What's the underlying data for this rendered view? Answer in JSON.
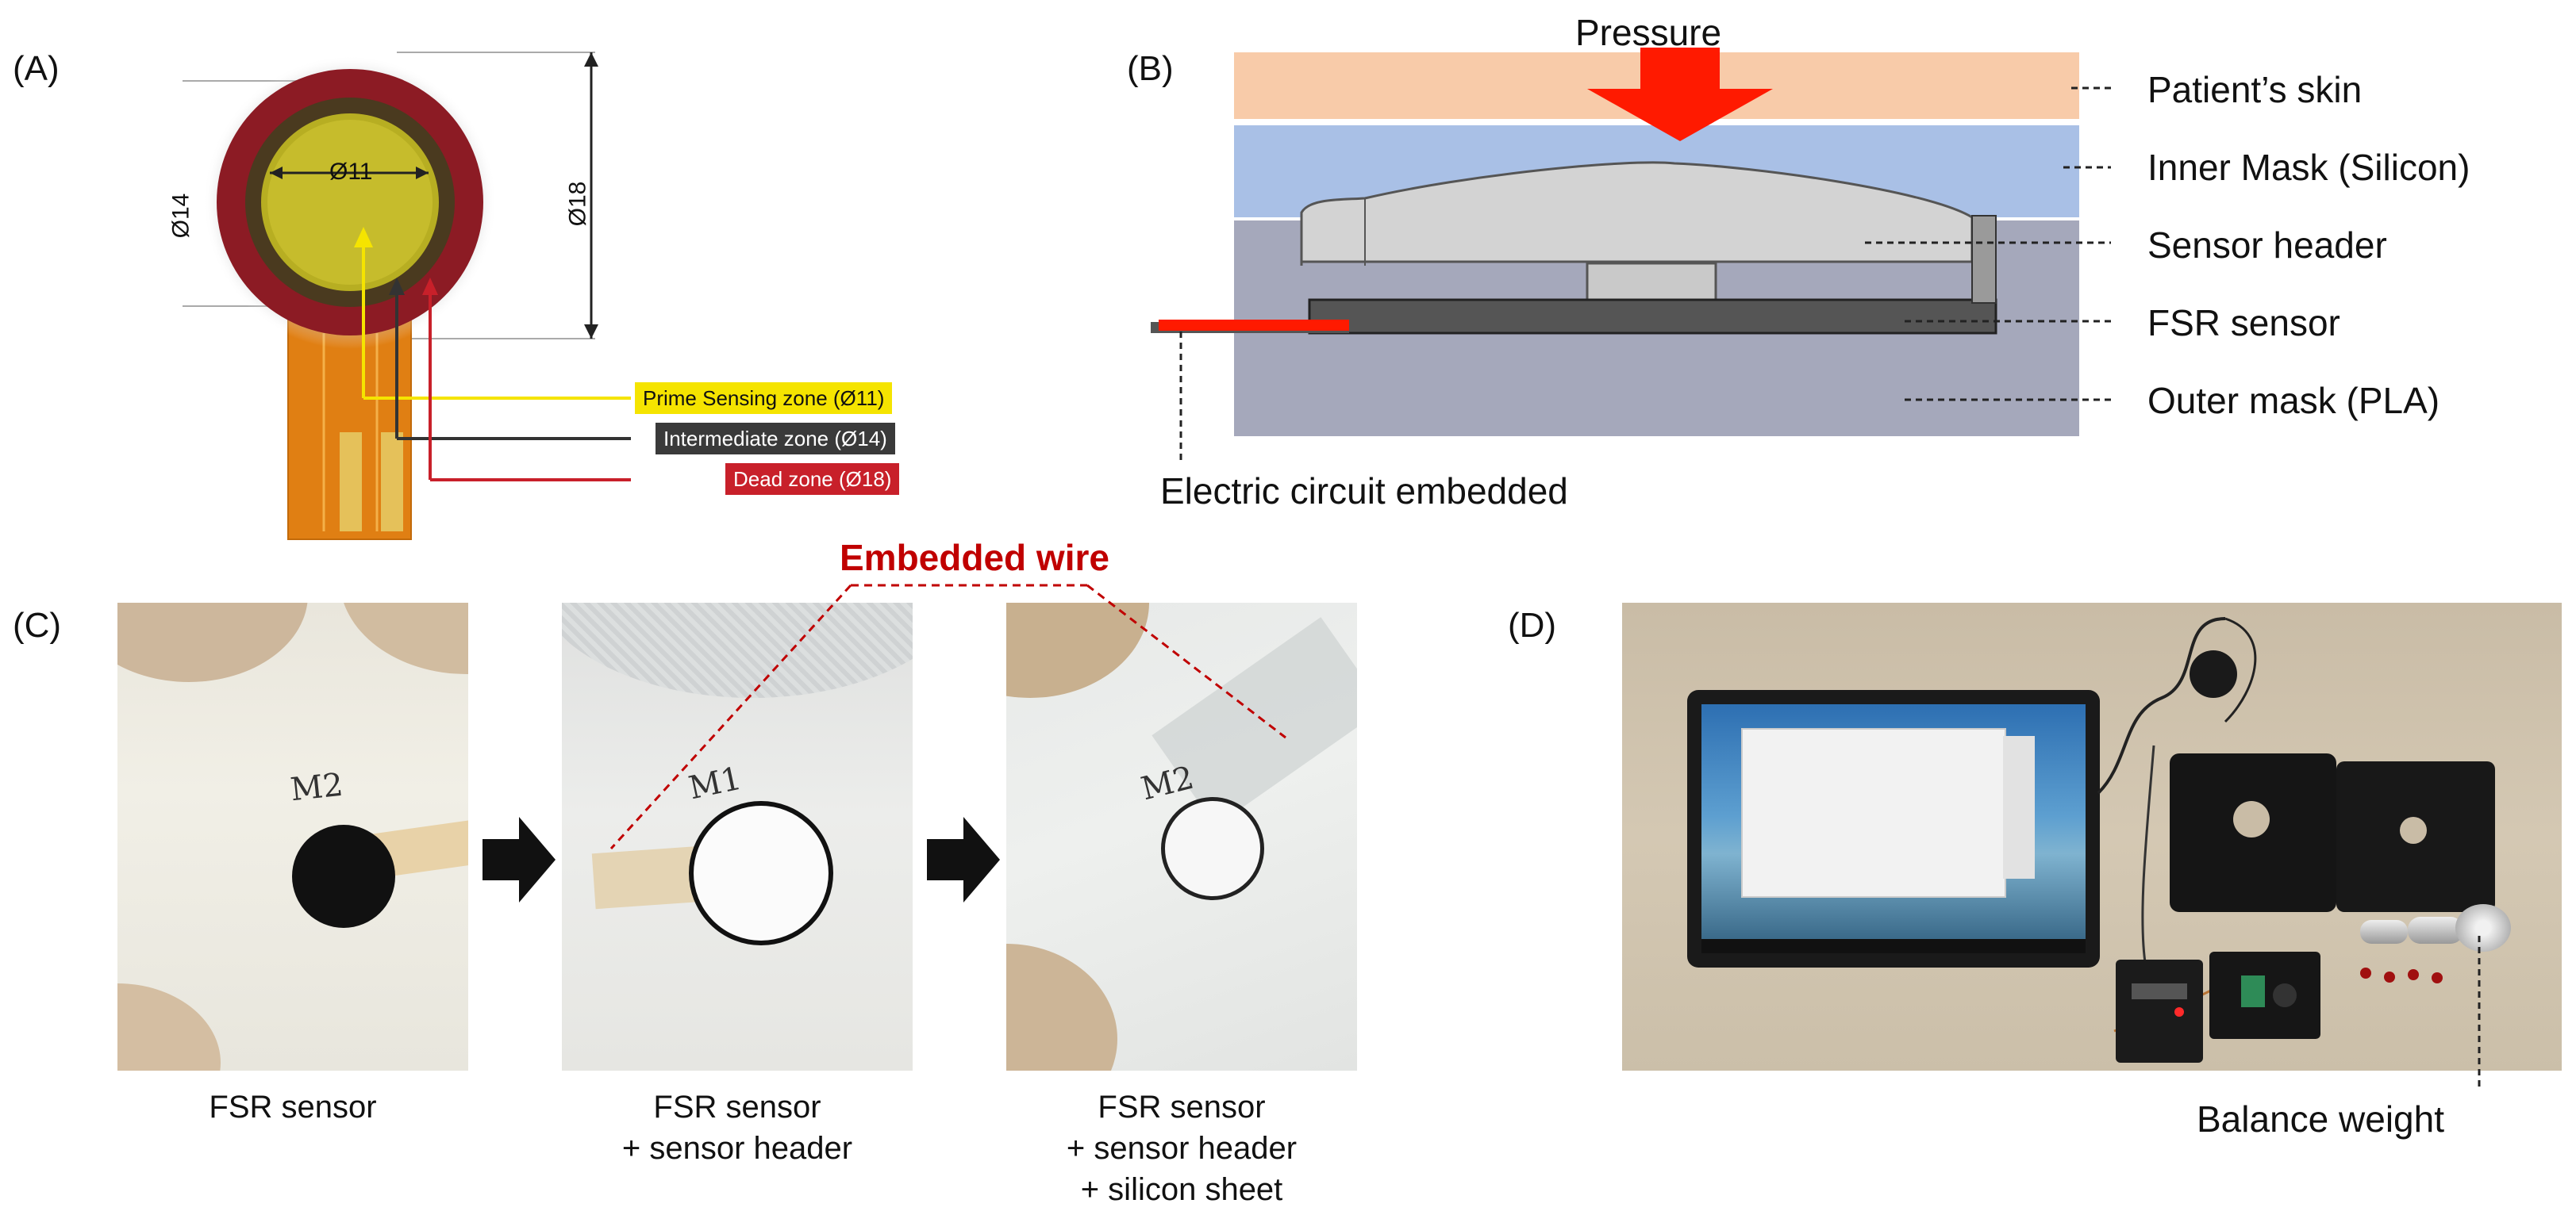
{
  "panels": {
    "a": "(A)",
    "b": "(B)",
    "c": "(C)",
    "d": "(D)"
  },
  "panel_a": {
    "dim_inner": "Ø11",
    "dim_middle": "Ø14",
    "dim_outer": "Ø18",
    "zones": [
      {
        "label": "Prime Sensing zone (Ø11)",
        "color": "#f5e400"
      },
      {
        "label": "Intermediate zone (Ø14)",
        "color": "#3a3a3a"
      },
      {
        "label": "Dead zone (Ø18)",
        "color": "#c8202a"
      }
    ]
  },
  "panel_b": {
    "pressure": "Pressure",
    "layers": [
      "Patient’s skin",
      "Inner Mask (Silicon)",
      "Sensor header",
      "FSR sensor",
      "Outer mask (PLA)"
    ],
    "circuit": "Electric circuit embedded",
    "colors": {
      "skin": "#f8cba9",
      "inner_mask": "#a9c0e6",
      "outer_mask": "#a5a8bb",
      "arrow": "#ff1a00"
    }
  },
  "panel_c": {
    "callout": "Embedded wire",
    "callout_color": "#c00000",
    "captions": [
      [
        "FSR sensor"
      ],
      [
        "FSR sensor",
        "+ sensor header"
      ],
      [
        "FSR sensor",
        "+ sensor header",
        "+ silicon sheet"
      ]
    ],
    "marks": [
      "M2",
      "M1",
      "M2"
    ]
  },
  "panel_d": {
    "label": "Balance weight"
  }
}
